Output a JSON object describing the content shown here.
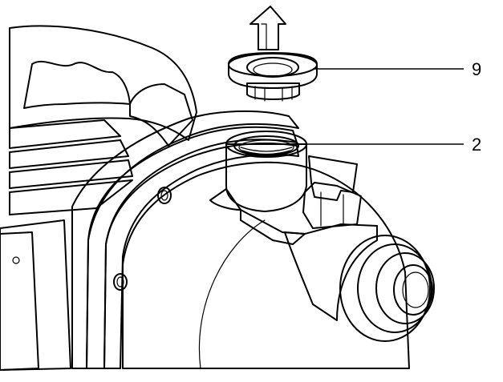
{
  "callouts": [
    {
      "number": "9",
      "part": "filler-cap"
    },
    {
      "number": "2",
      "part": "filler-neck"
    }
  ],
  "arrow": {
    "direction": "up"
  },
  "colors": {
    "line": "#000000",
    "shade": "#d9d9d9",
    "dark_shade": "#bfbfbf",
    "background": "#ffffff"
  }
}
